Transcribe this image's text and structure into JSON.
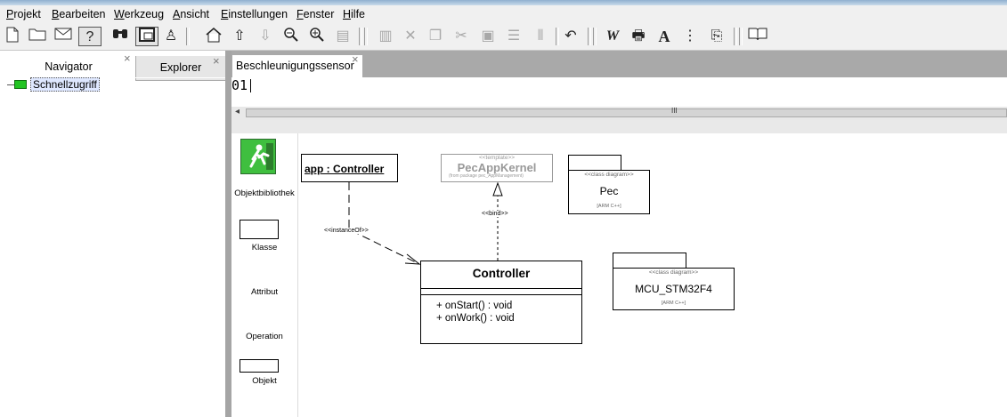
{
  "menu": [
    "Projekt",
    "Bearbeiten",
    "Werkzeug",
    "Ansicht",
    "Einstellungen",
    "Fenster",
    "Hilfe"
  ],
  "toolbar": {
    "icons": [
      "new-file-icon",
      "open-folder-icon",
      "mail-icon",
      "help-icon",
      "find-icon",
      "window-icon",
      "person-icon",
      "home-icon",
      "arrow-up-icon",
      "arrow-down-icon",
      "zoom-out-icon",
      "zoom-in-icon",
      "properties-icon",
      "paste-special-icon",
      "cut-icon",
      "copy-icon",
      "cut2-icon",
      "paste-icon",
      "list-icon",
      "columns-icon",
      "undo-icon",
      "word-icon",
      "print-icon",
      "font-icon",
      "bullet-list-icon",
      "export-icon",
      "book-icon"
    ]
  },
  "left_pane": {
    "tabs": [
      {
        "label": "Navigator",
        "close": "×"
      },
      {
        "label": "Explorer",
        "close": "×"
      }
    ],
    "tree": [
      {
        "label": "Schnellzugriff",
        "icon": "green-node-icon"
      }
    ]
  },
  "editor": {
    "tab": {
      "label": "Beschleunigungssensor",
      "close": "×"
    },
    "text": "01",
    "scroll_left": "◂",
    "scroll_grip": "III",
    "split_handle": "• • • • • •"
  },
  "palette": {
    "items": [
      {
        "label": "Objektbibliothek",
        "icon": "runner-icon"
      },
      {
        "label": "Klasse"
      },
      {
        "label": "Attribut"
      },
      {
        "label": "Operation"
      },
      {
        "label": "Objekt"
      }
    ]
  },
  "diagram": {
    "object": {
      "label": "app : Controller"
    },
    "template": {
      "stereotype": "<<template>>",
      "name": "PecAppKernel",
      "note": "(from package pec_AppManagement)"
    },
    "controller": {
      "name": "Controller",
      "operations": [
        "+ onStart() : void",
        "+ onWork() : void"
      ]
    },
    "packages": [
      {
        "stereotype": "<<class diagram>>",
        "name": "Pec",
        "note": "[ARM C++]"
      },
      {
        "stereotype": "<<class diagram>>",
        "name": "MCU_STM32F4",
        "note": "[ARM C++]"
      }
    ],
    "edges": [
      {
        "label": "<<instanceOf>>"
      },
      {
        "label": "<<bind>>"
      }
    ]
  }
}
